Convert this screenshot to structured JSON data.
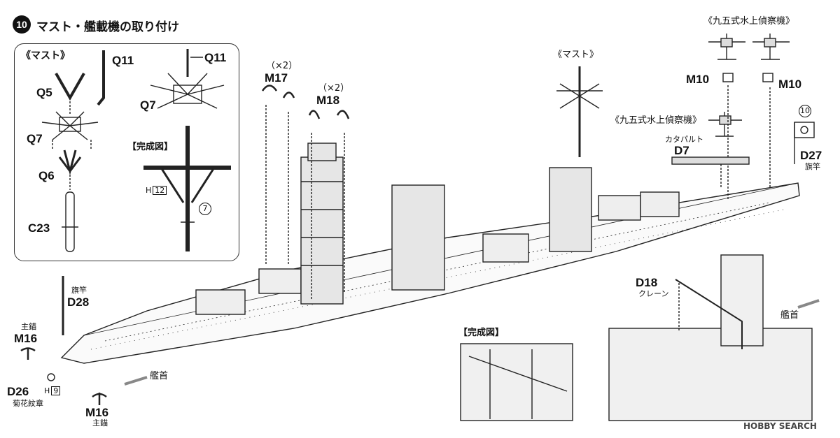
{
  "header": {
    "step_number": "10",
    "title": "マスト・艦載機の取り付け"
  },
  "inset": {
    "mast_heading": "《マスト》",
    "parts": [
      "Q11",
      "Q5",
      "Q11",
      "Q7",
      "Q7",
      "Q6",
      "C23"
    ],
    "completed_heading": "【完成図】",
    "completed_ref_h": "H",
    "completed_ref_h_num": "12",
    "completed_ref_circle": "7"
  },
  "main": {
    "m17_qty": "（×2）",
    "m17": "M17",
    "m18_qty": "（×2）",
    "m18": "M18",
    "mast_heading": "《マスト》",
    "plane_heading_top": "《九五式水上偵察機》",
    "m10_left": "M10",
    "m10_right": "M10",
    "plane_heading_mid": "《九五式水上偵察機》",
    "catapult_jp": "カタパルト",
    "d7": "D7",
    "flag_circle": "10",
    "d27": "D27",
    "d27_jp": "旗竿",
    "d28_jp": "旗竿",
    "d28": "D28",
    "m16_top_jp": "主錨",
    "m16_top": "M16",
    "d26": "D26",
    "d26_h": "H",
    "d26_h_num": "9",
    "d26_jp": "菊花紋章",
    "m16_bottom": "M16",
    "m16_bottom_jp": "主錨",
    "bow_left": "艦首",
    "bow_right": "艦首",
    "completed_heading": "【完成図】",
    "d18": "D18",
    "d18_jp": "クレーン"
  },
  "watermark": "HOBBY SEARCH"
}
